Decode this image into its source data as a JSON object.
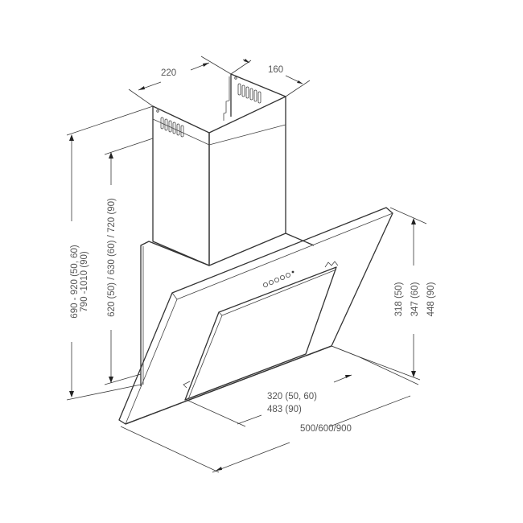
{
  "drawing": {
    "title": "Inclined kitchen hood dimension drawing",
    "subject": "hood-with-chimney",
    "line_color": "#333333",
    "label_color": "#555555"
  },
  "dimensions": {
    "chimney_width": "220",
    "chimney_depth": "160",
    "total_height_line1": "690 - 920 (50, 60)",
    "total_height_line2": "790 -1010 (90)",
    "chimney_height": "620 (50) / 630 (60) / 720 (90)",
    "hood_height_line1": "318 (50)",
    "hood_height_line2": "347 (60)",
    "hood_height_line3": "448 (90)",
    "hood_depth_line1": "320 (50, 60)",
    "hood_depth_line2": "483 (90)",
    "hood_width": "500/600/900"
  },
  "control_panel": {
    "buttons": 5,
    "indicator_lights": 1
  }
}
